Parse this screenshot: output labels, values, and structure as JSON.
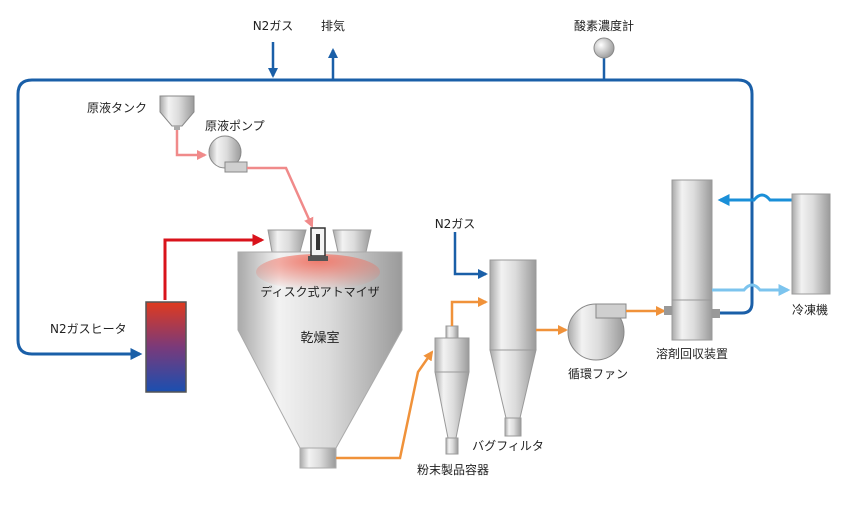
{
  "labels": {
    "n2_gas_top": "N2ガス",
    "exhaust": "排気",
    "oxygen_meter": "酸素濃度計",
    "feed_tank": "原液タンク",
    "feed_pump": "原液ポンプ",
    "n2_gas_heater": "N2ガスヒータ",
    "disk_atomizer": "ディスク式アトマイザ",
    "drying_chamber": "乾燥室",
    "n2_gas_mid": "N2ガス",
    "bag_filter": "バグフィルタ",
    "powder_container": "粉末製品容器",
    "circulation_fan": "循環ファン",
    "solvent_recovery": "溶剤回収装置",
    "refrigerator": "冷凍機"
  },
  "colors": {
    "gas_loop": "#1a5fa8",
    "hot_gas": "#d9131b",
    "feed_liquid": "#f08a8a",
    "powder_flow": "#f0923a",
    "coolant_supply": "#1a8fd8",
    "coolant_return": "#7cc4ee",
    "equipment_grey": "#c8c8c8"
  }
}
